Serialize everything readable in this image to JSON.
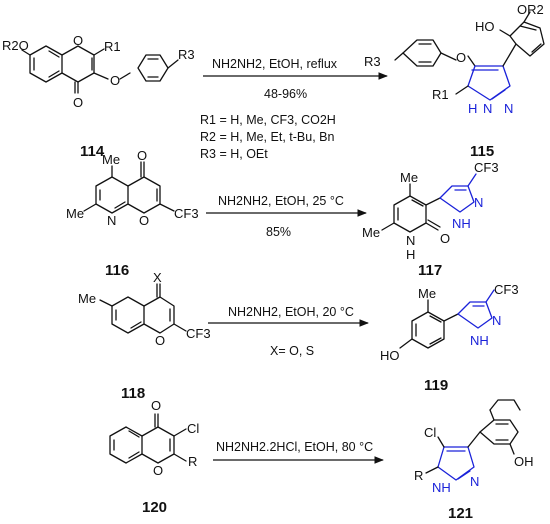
{
  "colors": {
    "ink": "#111111",
    "pyrazole": "#1a22d9",
    "background": "#ffffff"
  },
  "reactions": [
    {
      "reactant": "114",
      "product": "115",
      "reagents": "NH2NH2, EtOH, reflux",
      "yield": "48-96%",
      "r_definitions": [
        {
          "label": "R1 = H, Me, CF3, CO2H"
        },
        {
          "label": "R2 = H, Me, Et, t-Bu, Bn"
        },
        {
          "label": "R3 = H, OEt"
        }
      ],
      "atoms_reactant": {
        "r2o": "R2O",
        "o_ring": "O",
        "r1": "R1",
        "o_ether": "O",
        "r3": "R3",
        "o_carbonyl": "O"
      },
      "atoms_product": {
        "r3": "R3",
        "o_ether": "O",
        "ho": "HO",
        "or2": "OR2",
        "r1": "R1",
        "nh": "N",
        "h": "H",
        "n": "N"
      }
    },
    {
      "reactant": "116",
      "product": "117",
      "reagents": "NH2NH2, EtOH, 25 °C",
      "yield": "85%",
      "atoms_reactant": {
        "me_top": "Me",
        "o_carbonyl": "O",
        "me_left": "Me",
        "n": "N",
        "o_ring": "O",
        "cf3": "CF3"
      },
      "atoms_product": {
        "me_top": "Me",
        "cf3": "CF3",
        "me_left": "Me",
        "nh_ring": "N",
        "h_ring": "H",
        "o_carbonyl": "O",
        "n_pz": "N",
        "nh_pz": "NH"
      }
    },
    {
      "reactant": "118",
      "product": "119",
      "reagents": "NH2NH2, EtOH, 20 °C",
      "yield": "X= O, S",
      "atoms_reactant": {
        "x": "X",
        "me": "Me",
        "o_ring": "O",
        "cf3": "CF3"
      },
      "atoms_product": {
        "me": "Me",
        "cf3": "CF3",
        "n": "N",
        "nh": "NH",
        "ho": "HO"
      }
    },
    {
      "reactant": "120",
      "product": "121",
      "reagents": "NH2NH2.2HCl, EtOH, 80 °C",
      "yield": "",
      "atoms_reactant": {
        "o_carbonyl": "O",
        "cl": "Cl",
        "o_ring": "O",
        "r": "R"
      },
      "atoms_product": {
        "cl": "Cl",
        "r": "R",
        "n": "N",
        "nh": "NH",
        "oh": "OH"
      }
    }
  ]
}
